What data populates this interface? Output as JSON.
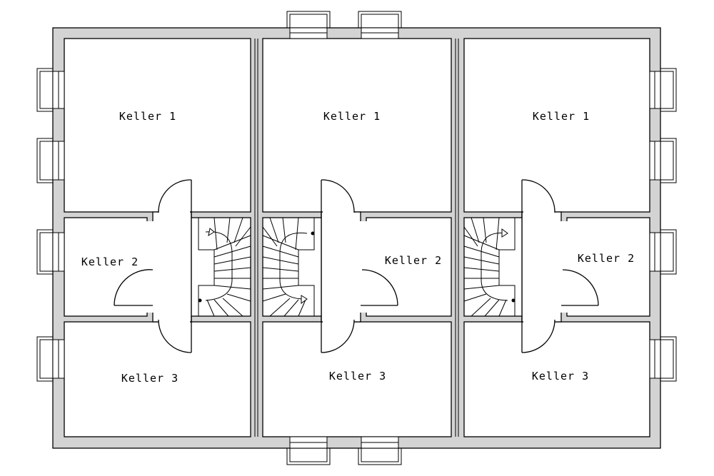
{
  "units": [
    {
      "rooms": {
        "keller1": "Keller 1",
        "keller2": "Keller 2",
        "keller3": "Keller 3"
      }
    },
    {
      "rooms": {
        "keller1": "Keller 1",
        "keller2": "Keller 2",
        "keller3": "Keller 3"
      }
    },
    {
      "rooms": {
        "keller1": "Keller 1",
        "keller2": "Keller 2",
        "keller3": "Keller 3"
      }
    }
  ]
}
